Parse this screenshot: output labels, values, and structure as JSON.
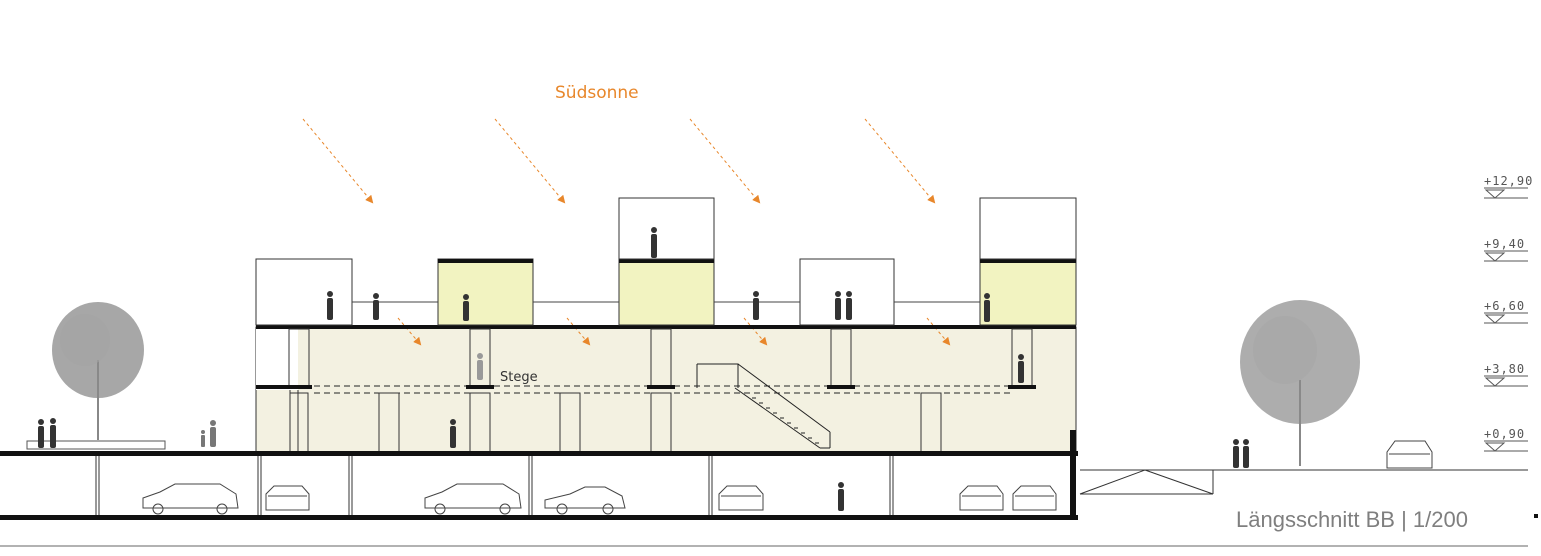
{
  "labels": {
    "sun": "Südsonne",
    "walkway": "Stege",
    "title": "Längsschnitt BB | 1/200"
  },
  "levels": [
    {
      "text": "+12,90",
      "value": 12.9
    },
    {
      "text": "+9,40",
      "value": 9.4
    },
    {
      "text": "+6,60",
      "value": 6.6
    },
    {
      "text": "+3,80",
      "value": 3.8
    },
    {
      "text": "+0,90",
      "value": 0.9
    }
  ],
  "colors": {
    "sun_arrow": "#e8872b",
    "hall_fill": "#f3f1e1",
    "box_fill": "#f2f3c1",
    "structure": "#111111",
    "title": "#7f7f7f",
    "tree": "#8a8a8a"
  },
  "icons": [
    "tree-icon",
    "person-icon",
    "car-icon",
    "sun-arrow-icon"
  ]
}
